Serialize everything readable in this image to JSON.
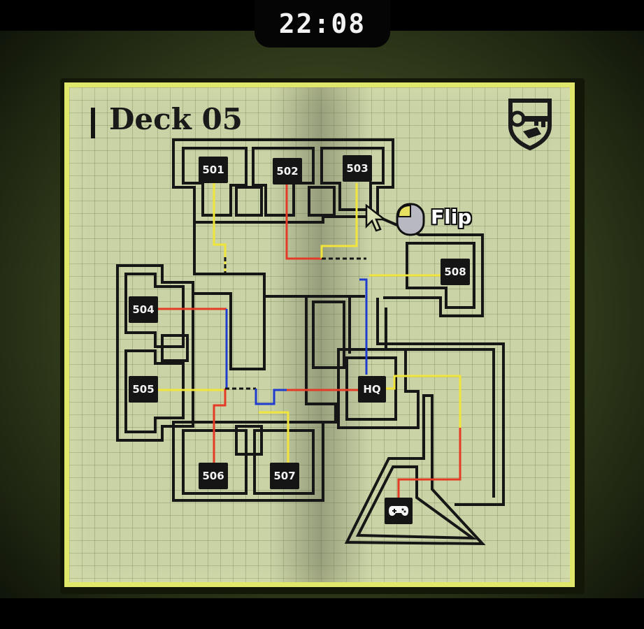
{
  "hud": {
    "clock": "22:08"
  },
  "map": {
    "title": "Deck 05",
    "rooms": [
      {
        "id": "501",
        "label": "501"
      },
      {
        "id": "502",
        "label": "502"
      },
      {
        "id": "503",
        "label": "503"
      },
      {
        "id": "504",
        "label": "504"
      },
      {
        "id": "505",
        "label": "505"
      },
      {
        "id": "506",
        "label": "506"
      },
      {
        "id": "507",
        "label": "507"
      },
      {
        "id": "508",
        "label": "508"
      },
      {
        "id": "hq",
        "label": "HQ"
      }
    ],
    "icons": {
      "emblem": "keys-shield-icon",
      "arcade": "gamepad-icon"
    }
  },
  "hint": {
    "action_label": "Flip",
    "icon": "mouse-icon"
  },
  "colors": {
    "page": "#c9d3a6",
    "page_border": "#dfe86a",
    "wall": "#161616",
    "wire_red": "#e53a26",
    "wire_yellow": "#f1e43a",
    "wire_blue": "#1f3ccf"
  }
}
